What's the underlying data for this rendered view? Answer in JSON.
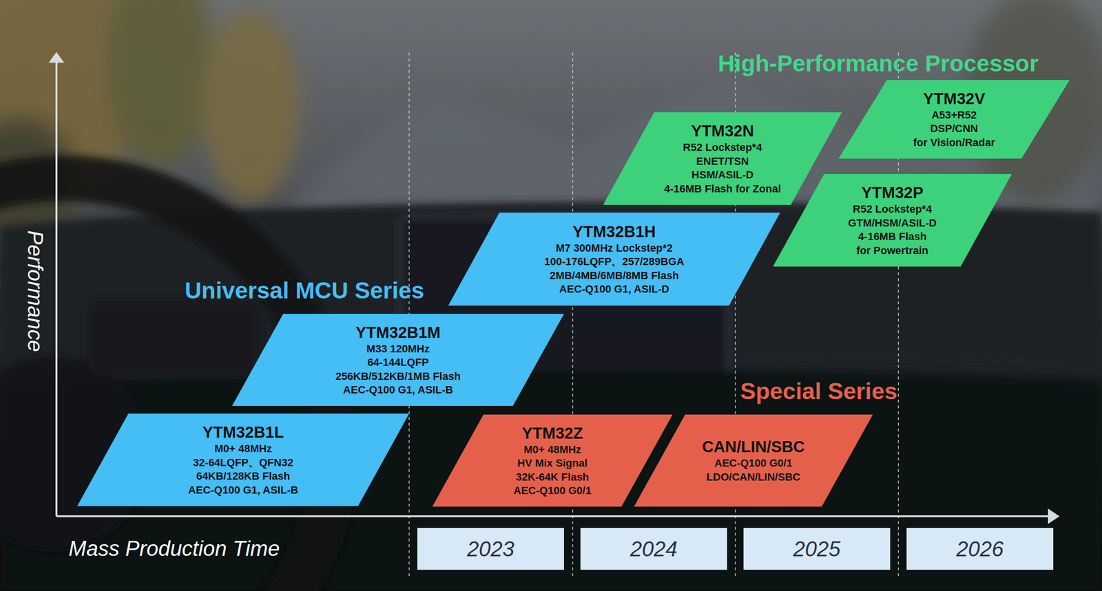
{
  "diagram": {
    "nodes": [
      {
        "text": [
          "YTM32V",
          "A53+R52",
          "DSP/CNN",
          "for Vision/Radar"
        ]
      },
      {
        "text": [
          "YTM32N",
          "R52 Lockstep*4",
          "ENET/TSN",
          "HSM/ASIL-D",
          "4-16MB Flash for Zonal"
        ]
      },
      {
        "text": [
          "YTM32P",
          "R52 Lockstep*4",
          "GTM/HSM/ASIL-D",
          "4-16MB Flash",
          "for Powertrain"
        ]
      },
      {
        "text": [
          "YTM32B1H",
          "M7 300MHz Lockstep*2",
          "100-176LQFP、257/289BGA",
          "2MB/4MB/6MB/8MB Flash",
          "AEC-Q100 G1, ASIL-D"
        ]
      },
      {
        "text": [
          "YTM32B1M",
          "M33 120MHz",
          "64-144LQFP",
          "256KB/512KB/1MB Flash",
          "AEC-Q100 G1, ASIL-B"
        ]
      },
      {
        "text": [
          "YTM32B1L",
          "M0+ 48MHz",
          "32-64LQFP、QFN32",
          "64KB/128KB Flash",
          "AEC-Q100 G1, ASIL-B"
        ]
      },
      {
        "text": [
          "YTM32Z",
          "M0+ 48MHz",
          "HV Mix Signal",
          "32K-64K Flash",
          "AEC-Q100 G0/1"
        ]
      },
      {
        "text": [
          "CAN/LIN/SBC",
          "AEC-Q100 G0/1",
          "LDO/CAN/LIN/SBC"
        ]
      },
      {
        "text": [
          "2023"
        ]
      },
      {
        "text": [
          "2024"
        ]
      },
      {
        "text": [
          "2025"
        ]
      },
      {
        "text": [
          "2026"
        ]
      }
    ],
    "labels": [
      "High-Performance Processor",
      "Universal MCU Series",
      "Special Series",
      "Performance",
      "Mass Production Time"
    ]
  }
}
